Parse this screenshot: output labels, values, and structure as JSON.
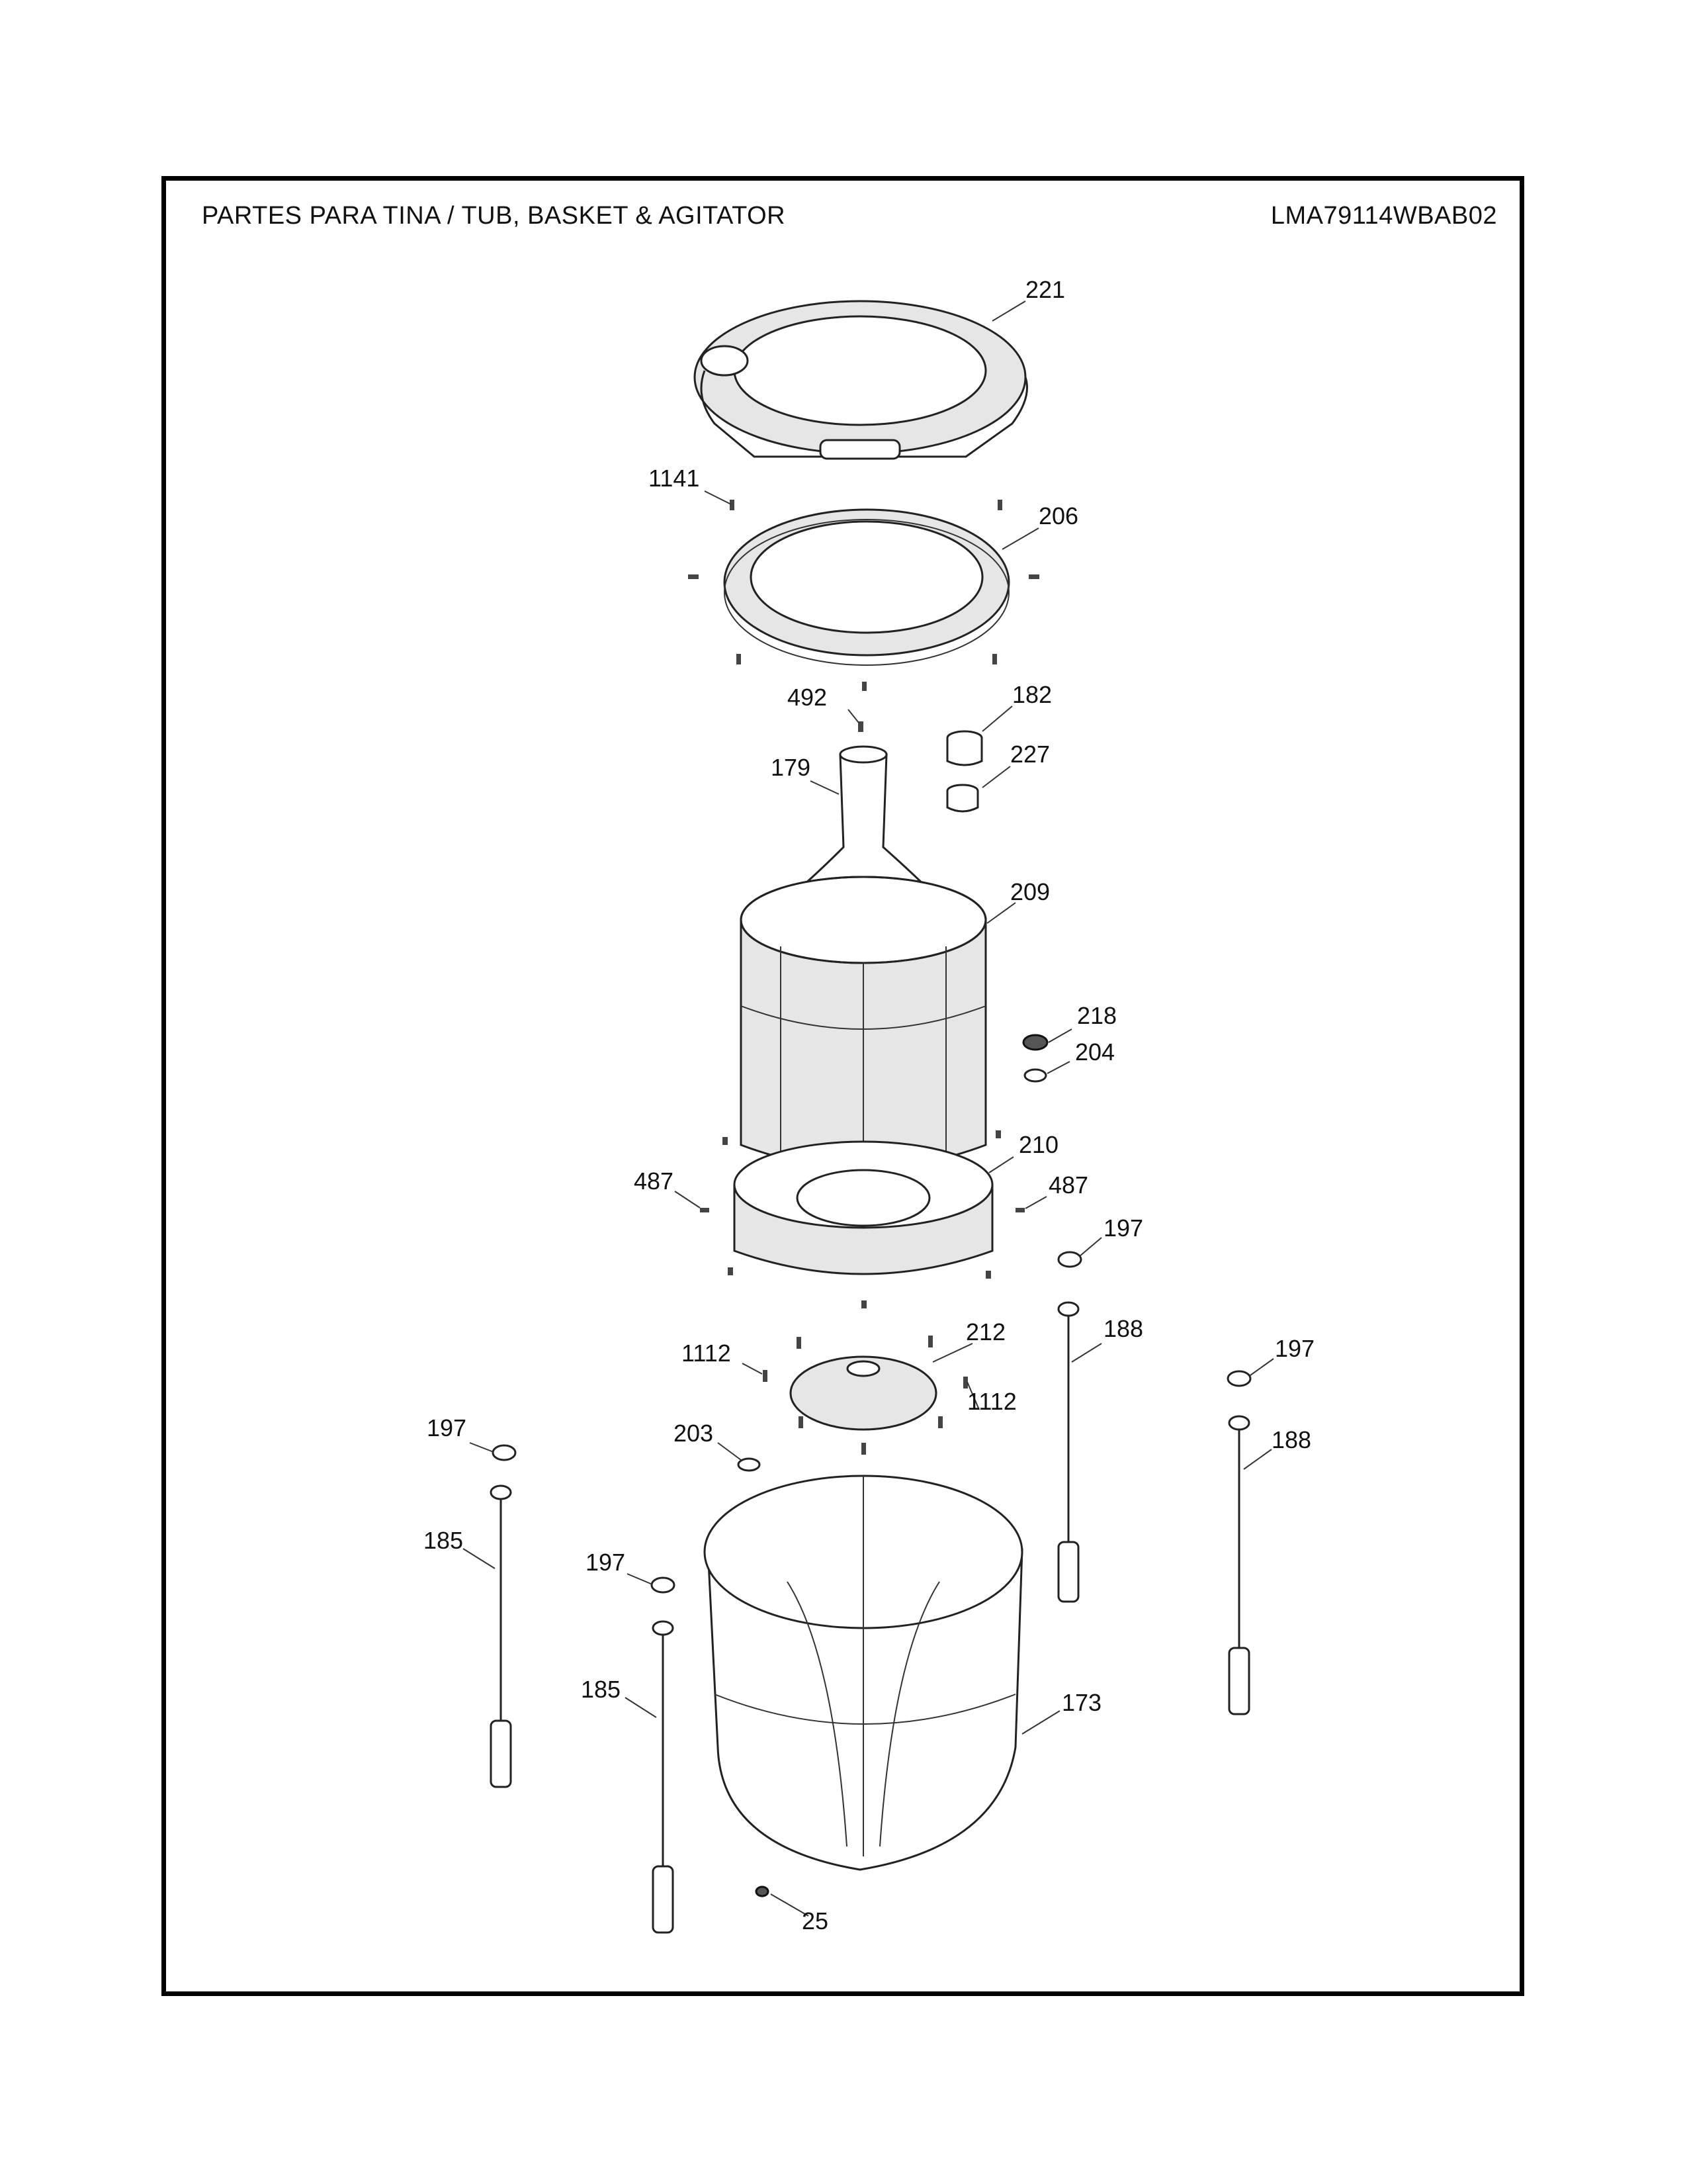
{
  "header": {
    "title": "PARTES PARA TINA  /  TUB, BASKET & AGITATOR",
    "model": "LMA79114WBAB02"
  },
  "callouts": {
    "c221": "221",
    "c1141": "1141",
    "c206": "206",
    "c492": "492",
    "c182": "182",
    "c179": "179",
    "c227": "227",
    "c209": "209",
    "c218": "218",
    "c204": "204",
    "c210": "210",
    "c487a": "487",
    "c487b": "487",
    "c197a": "197",
    "c1112a": "1112",
    "c212": "212",
    "c188a": "188",
    "c197b": "197",
    "c1112b": "1112",
    "c197c": "197",
    "c203": "203",
    "c188b": "188",
    "c185a": "185",
    "c197d": "197",
    "c185b": "185",
    "c173": "173",
    "c25": "25"
  }
}
